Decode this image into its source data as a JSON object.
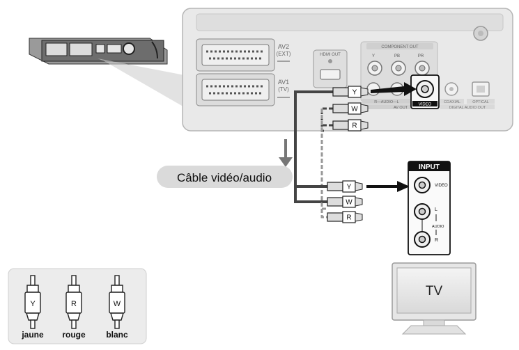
{
  "panel": {
    "av2_label": "AV2",
    "av2_sub": "(EXT)",
    "av1_label": "AV1",
    "av1_sub": "(TV)",
    "hdmi_label": "HDMI OUT",
    "component_label": "COMPONENT OUT",
    "comp_y": "Y",
    "comp_pb": "PB",
    "comp_pr": "PR",
    "rl_label": "R—AUDIO—L",
    "video_label": "VIDEO",
    "av_out_label": "AV OUT",
    "coaxial_label": "COAXIAL",
    "optical_label": "OPTICAL",
    "digital_label": "DIGITAL AUDIO OUT"
  },
  "cable": {
    "label": "Câble vidéo/audio",
    "plug_y": "Y",
    "plug_w": "W",
    "plug_r": "R"
  },
  "tv_input": {
    "title": "INPUT",
    "video": "VIDEO",
    "l": "L",
    "audio": "AUDIO",
    "r": "R"
  },
  "tv": {
    "label": "TV"
  },
  "legend": [
    {
      "letter": "Y",
      "name": "jaune"
    },
    {
      "letter": "R",
      "name": "rouge"
    },
    {
      "letter": "W",
      "name": "blanc"
    }
  ],
  "colors": {
    "accent": "#1a1a1a",
    "panel": "#e9e9e9",
    "pill": "#dadada"
  }
}
